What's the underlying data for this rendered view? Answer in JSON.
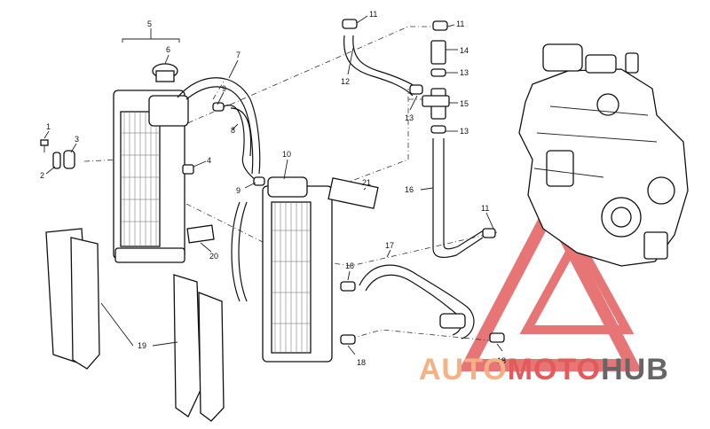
{
  "callouts": [
    "1",
    "2",
    "3",
    "4",
    "5",
    "6",
    "7",
    "8",
    "9",
    "9",
    "10",
    "11",
    "11",
    "11",
    "12",
    "13",
    "13",
    "13",
    "14",
    "15",
    "16",
    "17",
    "18",
    "18",
    "18",
    "19",
    "20",
    "21"
  ],
  "watermark": {
    "part1": "AUTO",
    "part2": "MOTO",
    "part3": "HUB",
    "color1": "#f5b183",
    "color2": "#e35a5a",
    "color3": "#666666",
    "logo_color": "#e04848"
  }
}
